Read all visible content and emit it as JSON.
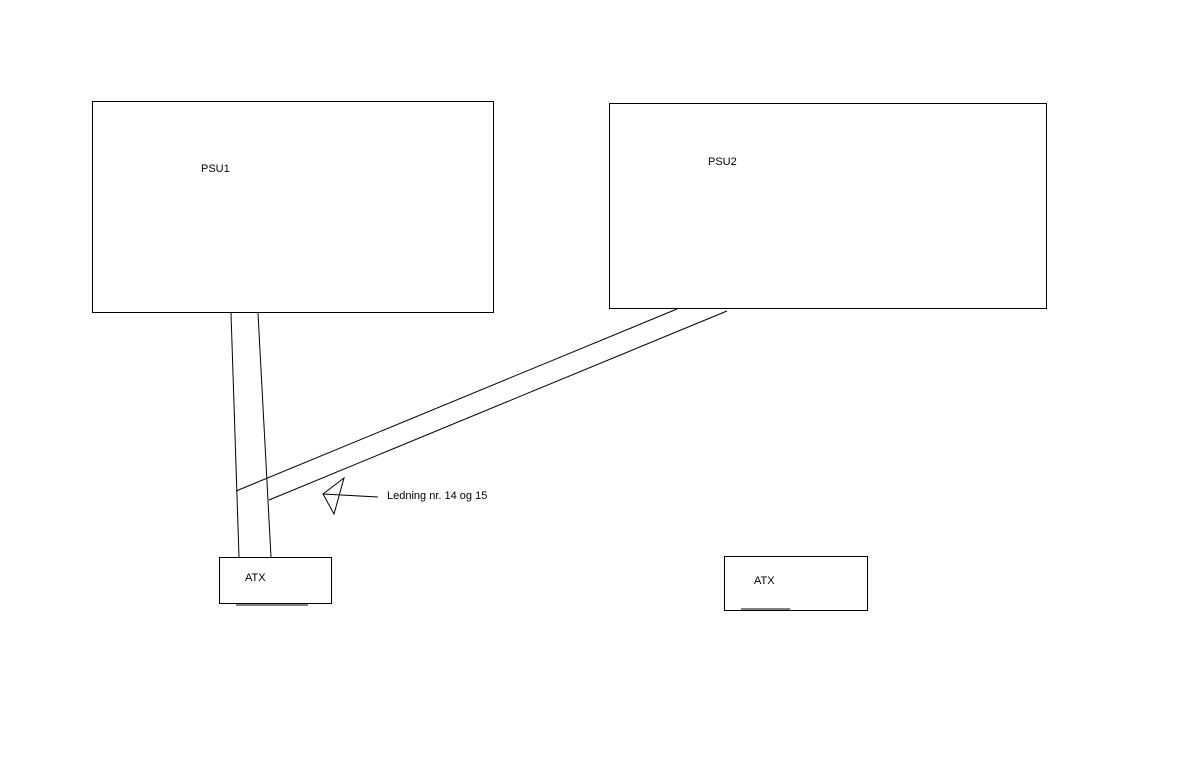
{
  "diagram": {
    "boxes": {
      "psu1": {
        "label": "PSU1"
      },
      "psu2": {
        "label": "PSU2"
      },
      "atx_left": {
        "label": "ATX"
      },
      "atx_right": {
        "label": "ATX"
      }
    },
    "annotation": {
      "text": "Ledning nr. 14 og 15"
    },
    "colors": {
      "stroke": "#000000",
      "background": "#ffffff"
    }
  }
}
